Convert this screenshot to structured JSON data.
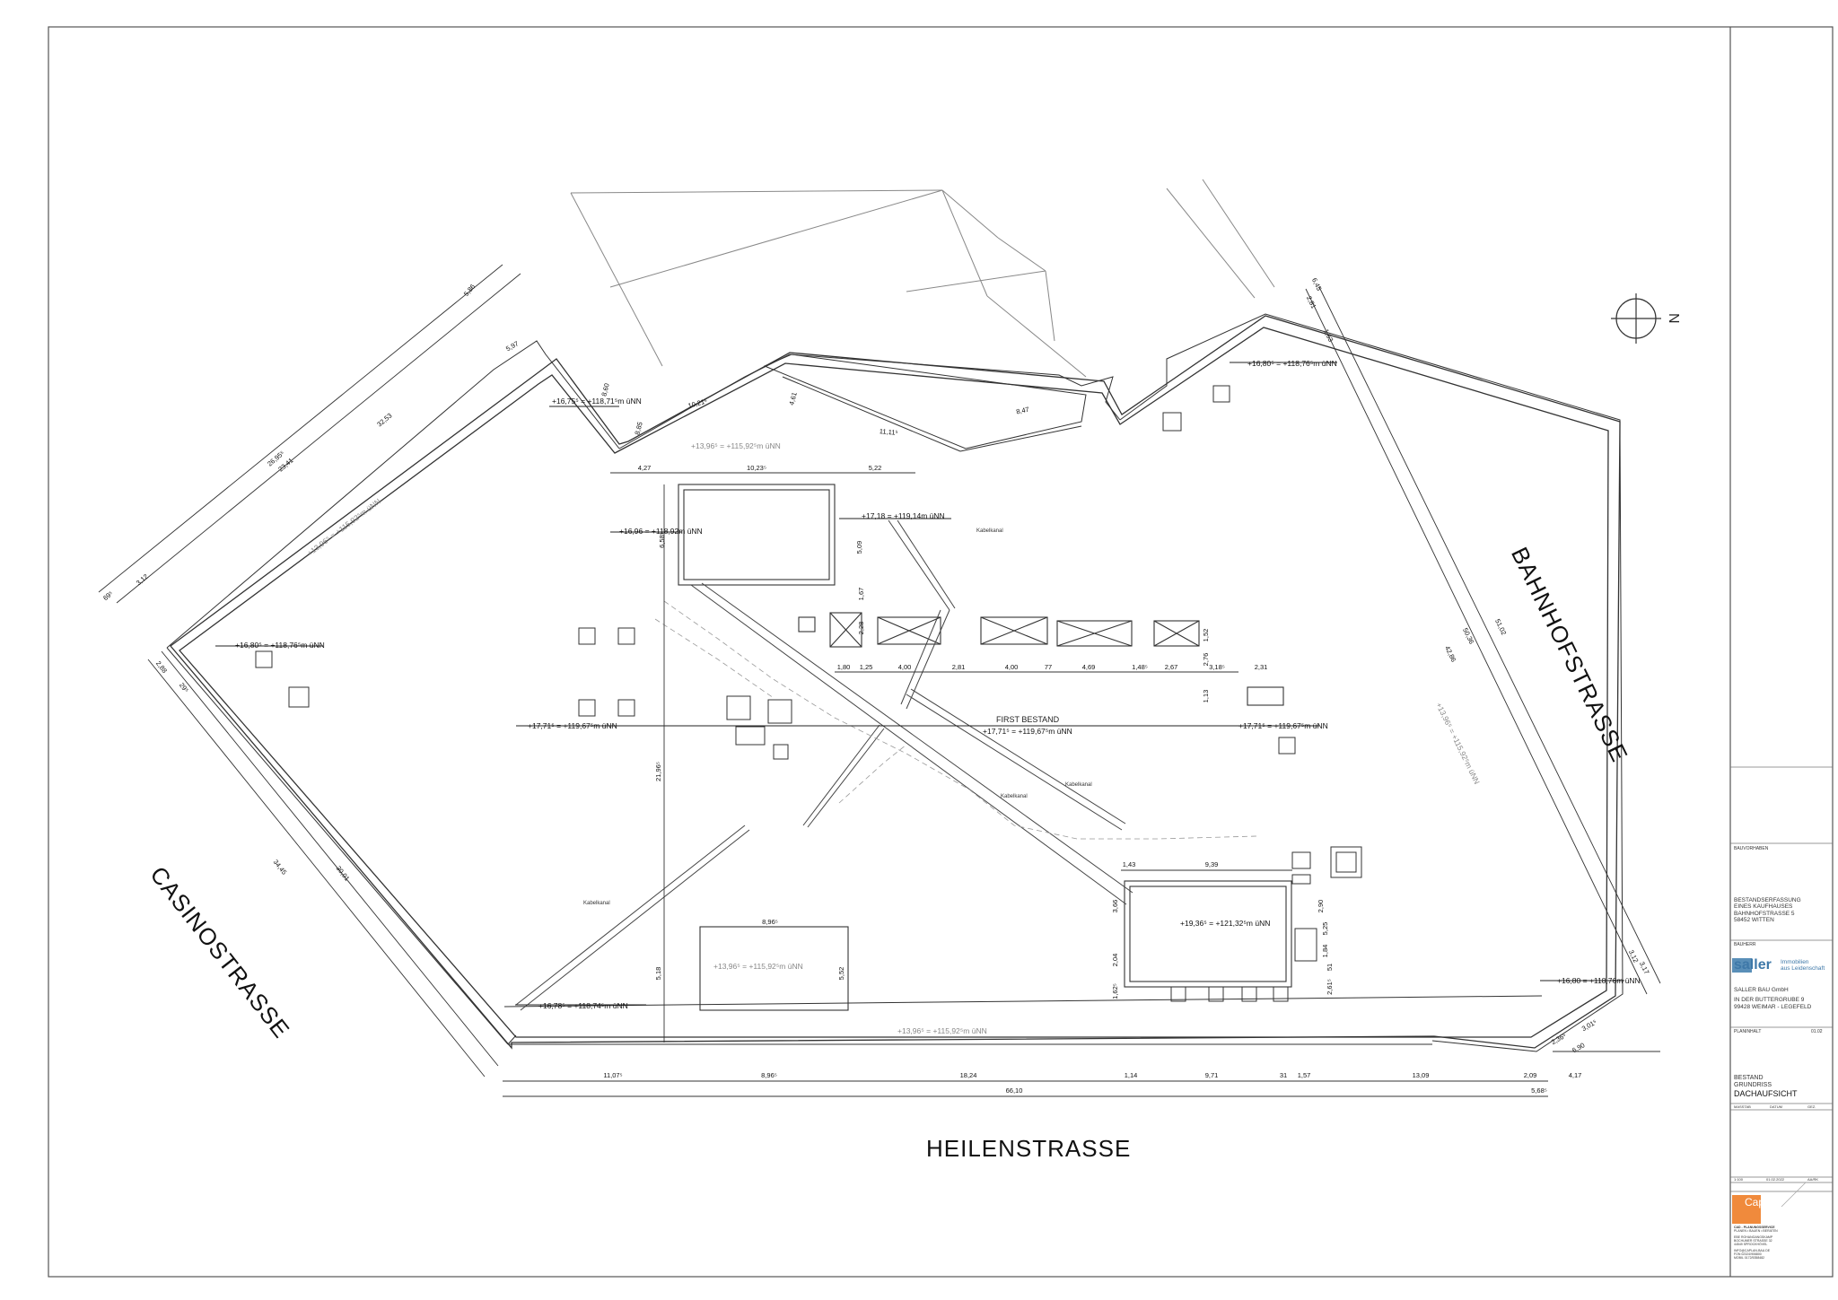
{
  "streets": {
    "heilen": "HEILENSTRASSE",
    "casino": "CASINOSTRASSE",
    "bahnhof": "BAHNHOFSTRASSE"
  },
  "north": "N",
  "labels": {
    "first_bestand": "FIRST BESTAND",
    "kabelkanal": "Kabelkanal"
  },
  "elevations": [
    "+16,75⁵ = +118,71⁵m üNN",
    "+16,96 = +118,92m üNN",
    "+17,18 = +119,14m üNN",
    "+16,80⁵ = +118,76⁵m üNN",
    "+16,80⁵ = +118,76⁵m üNN",
    "+17,71⁵ = +119,67⁵m üNN",
    "+17,71⁵ = +119,67⁵m üNN",
    "+17,71⁵ = +119,67⁵m üNN",
    "+19,36⁵ = +121,32⁵m üNN",
    "+16,78⁵ = +118,74⁵m üNN",
    "+16,80 = +118,76m üNN",
    "+13,96⁵ = +115,92⁵m üNN",
    "+13,96⁵ = +115,92⁵m üNN",
    "+13,96⁵ = +115,92⁵m üNN",
    "+13,96⁵ = +115,92⁵m üNN",
    "+13,96⁵ = +115,92⁵m üNN"
  ],
  "dims": {
    "bottom_row": [
      "11,07⁵",
      "8,96⁵",
      "18,24",
      "1,14",
      "9,71",
      "31",
      "1,57",
      "13,09",
      "2,09",
      "4,17"
    ],
    "bottom_total": "66,10",
    "bottom_extra": "5,68⁵",
    "mid_row": [
      "1,80",
      "1,25",
      "4,00",
      "2,81",
      "4,00",
      "77",
      "4,69",
      "1,48⁵",
      "2,67",
      "3,18⁵",
      "2,31"
    ],
    "top_row": [
      "4,27",
      "10,23⁵",
      "5,22"
    ],
    "roof_lower": [
      "1,43",
      "9,39"
    ],
    "misc": [
      "8,96⁵",
      "21,96⁵",
      "5,18",
      "5,52",
      "6,58⁵",
      "5,09",
      "1,67",
      "2,28",
      "1,52",
      "2,76",
      "1,13",
      "2,90",
      "5,25",
      "1,84",
      "3,66",
      "2,04",
      "1,62⁵",
      "2,61⁵",
      "51",
      "10,21⁵",
      "11,11⁵",
      "8,47",
      "4,61",
      "5,86",
      "5,97",
      "8,60",
      "8,85",
      "32,53",
      "26,95⁵",
      "23,41",
      "3,12",
      "69⁵",
      "2,88",
      "29⁵",
      "30,01",
      "34,45",
      "51,02",
      "50,36",
      "42,86",
      "6,45",
      "2,81",
      "1,63",
      "3,12",
      "2,36⁵",
      "3,01⁵",
      "6,90",
      "3,17"
    ]
  },
  "title_block": {
    "bauvorhaben_label": "BAUVORHABEN",
    "project_lines": [
      "BESTANDSERFASSUNG",
      "EINES KAUFHAUSES",
      "BAHNHOFSTRASSE 5",
      "58452 WITTEN"
    ],
    "bauherr_label": "BAUHERR",
    "logo_text": "saller",
    "logo_tagline": [
      "Immobilien",
      "aus Leidenschaft"
    ],
    "company_lines": [
      "SALLER BAU GmbH",
      "IN DER BUTTERGRUBE 9",
      "99428 WEIMAR - LEGEFELD"
    ],
    "planinhalt_label": "PLANINHALT",
    "plan_no": "01.02",
    "plan_title": [
      "BESTAND",
      "GRUNDRISS"
    ],
    "plan_title_main": "DACHAUFSICHT",
    "meta_labels": [
      "MASSTAB",
      "DATUM",
      "GEZ."
    ],
    "meta_values": [
      "1:100",
      "01.02.2022",
      "AA/RK"
    ],
    "planer_logo": "Caplan",
    "planer_lines": [
      "CAD - PLANUNGSSERVICE",
      "PLANEN • BAUEN • BERATEN",
      "EBE ROHANGANGSKAMP",
      "BOCHUMER STRASSE 32",
      "44549 SPROCKHÖVEL",
      "INFO@CAPLAN-BAU.DE",
      "FON 02324/906800",
      "MOBIL 0172/5358482"
    ]
  }
}
